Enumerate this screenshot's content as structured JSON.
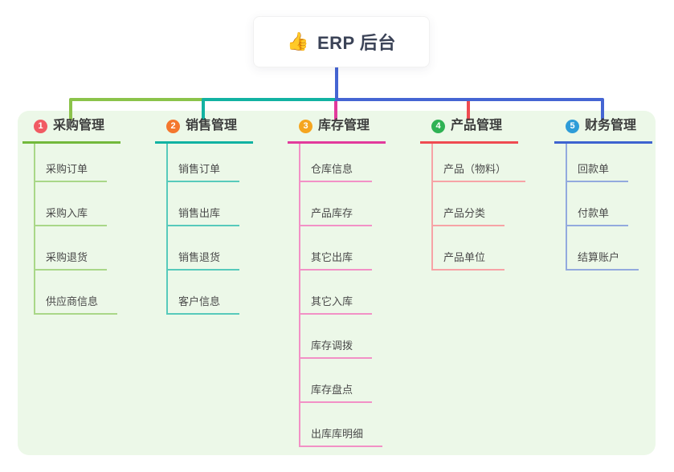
{
  "root": {
    "icon": "👍",
    "icon_name": "thumbs-up-icon",
    "label": "ERP 后台",
    "text_color": "#3b4357"
  },
  "panel": {
    "background": "#ecf8e8"
  },
  "connectors": {
    "root_line": "#4565d3",
    "bus_green": "#8bc34a",
    "bus_teal": "#12b2a2",
    "bus_blue": "#4565d3",
    "drop_magenta": "#e23a9c",
    "drop_red": "#ef4b51"
  },
  "branches": [
    {
      "number": "1",
      "label": "采购管理",
      "badge_color": "#f15b63",
      "color": "#72b93b",
      "light": "#a9d788",
      "children": [
        "采购订单",
        "采购入库",
        "采购退货",
        "供应商信息"
      ]
    },
    {
      "number": "2",
      "label": "销售管理",
      "badge_color": "#f4772e",
      "color": "#10b2a2",
      "light": "#57cabb",
      "children": [
        "销售订单",
        "销售出库",
        "销售退货",
        "客户信息"
      ]
    },
    {
      "number": "3",
      "label": "库存管理",
      "badge_color": "#f5a51f",
      "color": "#e23a9c",
      "light": "#f291c6",
      "children": [
        "仓库信息",
        "产品库存",
        "其它出库",
        "其它入库",
        "库存调拨",
        "库存盘点",
        "出库库明细"
      ]
    },
    {
      "number": "4",
      "label": "产品管理",
      "badge_color": "#2fb254",
      "color": "#ef4b51",
      "light": "#f7a3a6",
      "children": [
        "产品（物料）",
        "产品分类",
        "产品单位"
      ]
    },
    {
      "number": "5",
      "label": "财务管理",
      "badge_color": "#2e9cd8",
      "color": "#3d63d0",
      "light": "#93aade",
      "children": [
        "回款单",
        "付款单",
        "结算账户"
      ]
    }
  ]
}
